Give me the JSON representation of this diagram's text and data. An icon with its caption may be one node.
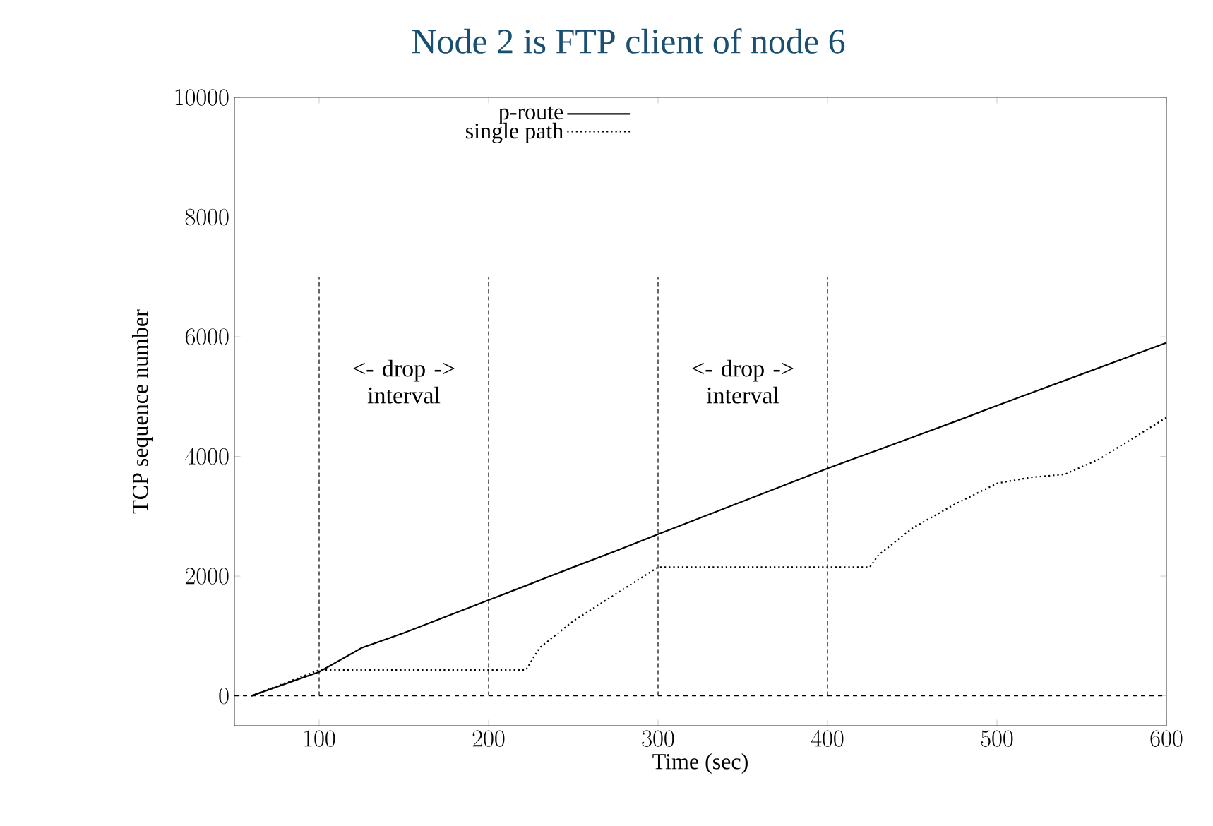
{
  "diagram": {
    "title": "Node 2 is FTP client of node 6",
    "chart_data": {
      "type": "line",
      "xlabel": "Time (sec)",
      "ylabel": "TCP sequence number",
      "x": [
        60,
        100,
        125,
        150,
        200,
        222,
        230,
        250,
        275,
        300,
        400,
        425,
        430,
        450,
        475,
        500,
        520,
        540,
        560,
        580,
        600
      ],
      "series": [
        {
          "name": "p-route",
          "color": "#000000",
          "line_style": "solid",
          "values": [
            0,
            400,
            800,
            1050,
            1600,
            1840,
            1930,
            2150,
            2420,
            2700,
            3800,
            4060,
            4110,
            4320,
            4580,
            4850,
            5060,
            5270,
            5480,
            5690,
            5900
          ]
        },
        {
          "name": "single path",
          "color": "#000000",
          "line_style": "dotted",
          "values": [
            0,
            430,
            430,
            430,
            430,
            430,
            800,
            1250,
            1700,
            2150,
            2150,
            2150,
            2350,
            2800,
            3200,
            3550,
            3650,
            3700,
            3950,
            4300,
            4650
          ]
        }
      ],
      "xlim": [
        50,
        600
      ],
      "ylim": [
        -500,
        10000
      ],
      "xticks": [
        100,
        200,
        300,
        400,
        500,
        600
      ],
      "yticks": [
        0,
        2000,
        4000,
        6000,
        8000,
        10000
      ],
      "ref_lines": [
        {
          "axis": "x",
          "value": 100
        },
        {
          "axis": "x",
          "value": 200
        },
        {
          "axis": "x",
          "value": 300
        },
        {
          "axis": "x",
          "value": 400
        },
        {
          "axis": "y",
          "value": 0
        }
      ],
      "legend": true,
      "annotations": [
        "<- drop -> interval",
        "<- drop -> interval"
      ]
    }
  }
}
